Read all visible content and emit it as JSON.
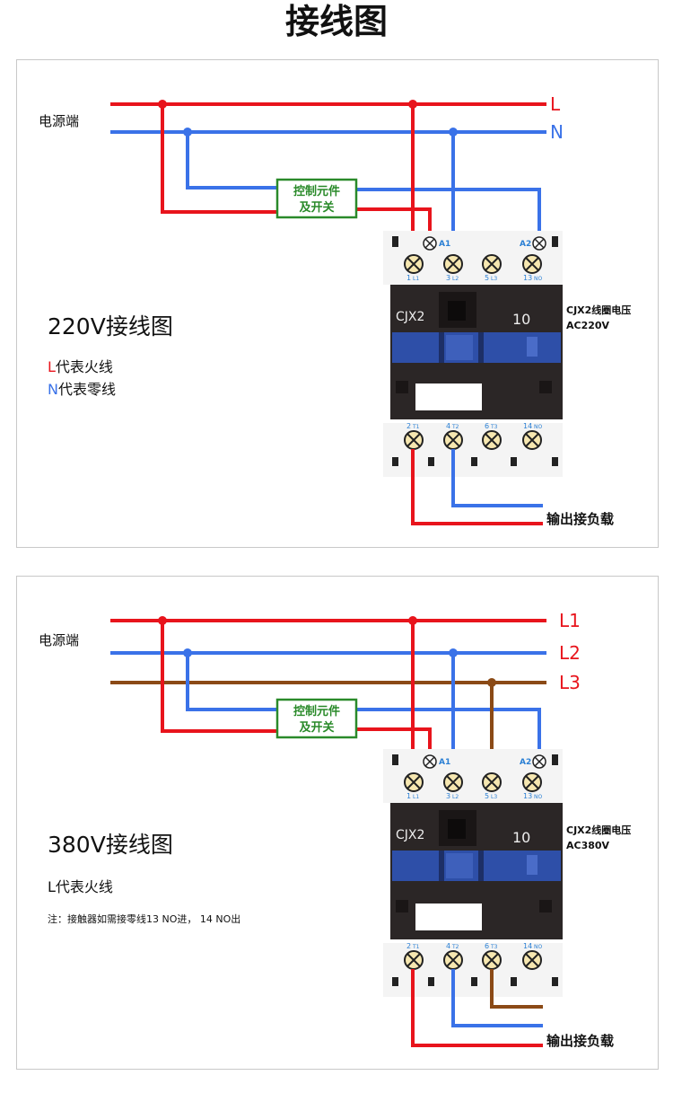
{
  "page_title": "接线图",
  "colors": {
    "live": "#e8141c",
    "neutral": "#3a72e8",
    "phase3": "#8b4a16",
    "control_border": "#2a8a2a",
    "control_text": "#2a8a2a",
    "contactor_body": "#2b2626",
    "contactor_blue": "#2e4fa8",
    "terminal_label": "#2a7fd4"
  },
  "panel_220": {
    "source_label": "电源端",
    "line_L": "L",
    "line_N": "N",
    "control_line1": "控制元件",
    "control_line2": "及开关",
    "title": "220V接线图",
    "legend_L_prefix": "L",
    "legend_L_text": "代表火线",
    "legend_N_prefix": "N",
    "legend_N_text": "代表零线",
    "coil_label": "CJX2线圈电压",
    "coil_voltage": "AC220V",
    "output_label": "输出接负载",
    "contactor": {
      "model": "CJX2",
      "rating": "10",
      "terminal_a1": "A1",
      "terminal_a2": "A2",
      "top_labels": [
        "1",
        "3",
        "5",
        "13"
      ],
      "top_sub": [
        "L1",
        "L2",
        "L3",
        "NO"
      ],
      "bottom_labels": [
        "2",
        "4",
        "6",
        "14"
      ],
      "bottom_sub": [
        "T1",
        "T2",
        "T3",
        "NO"
      ]
    }
  },
  "panel_380": {
    "source_label": "电源端",
    "line_L1": "L1",
    "line_L2": "L2",
    "line_L3": "L3",
    "control_line1": "控制元件",
    "control_line2": "及开关",
    "title": "380V接线图",
    "legend_L": "L代表火线",
    "note": "注：接触器如需接零线13 NO进， 14 NO出",
    "coil_label": "CJX2线圈电压",
    "coil_voltage": "AC380V",
    "output_label": "输出接负载",
    "contactor": {
      "model": "CJX2",
      "rating": "10",
      "terminal_a1": "A1",
      "terminal_a2": "A2",
      "top_labels": [
        "1",
        "3",
        "5",
        "13"
      ],
      "top_sub": [
        "L1",
        "L2",
        "L3",
        "NO"
      ],
      "bottom_labels": [
        "2",
        "4",
        "6",
        "14"
      ],
      "bottom_sub": [
        "T1",
        "T2",
        "T3",
        "NO"
      ]
    }
  }
}
